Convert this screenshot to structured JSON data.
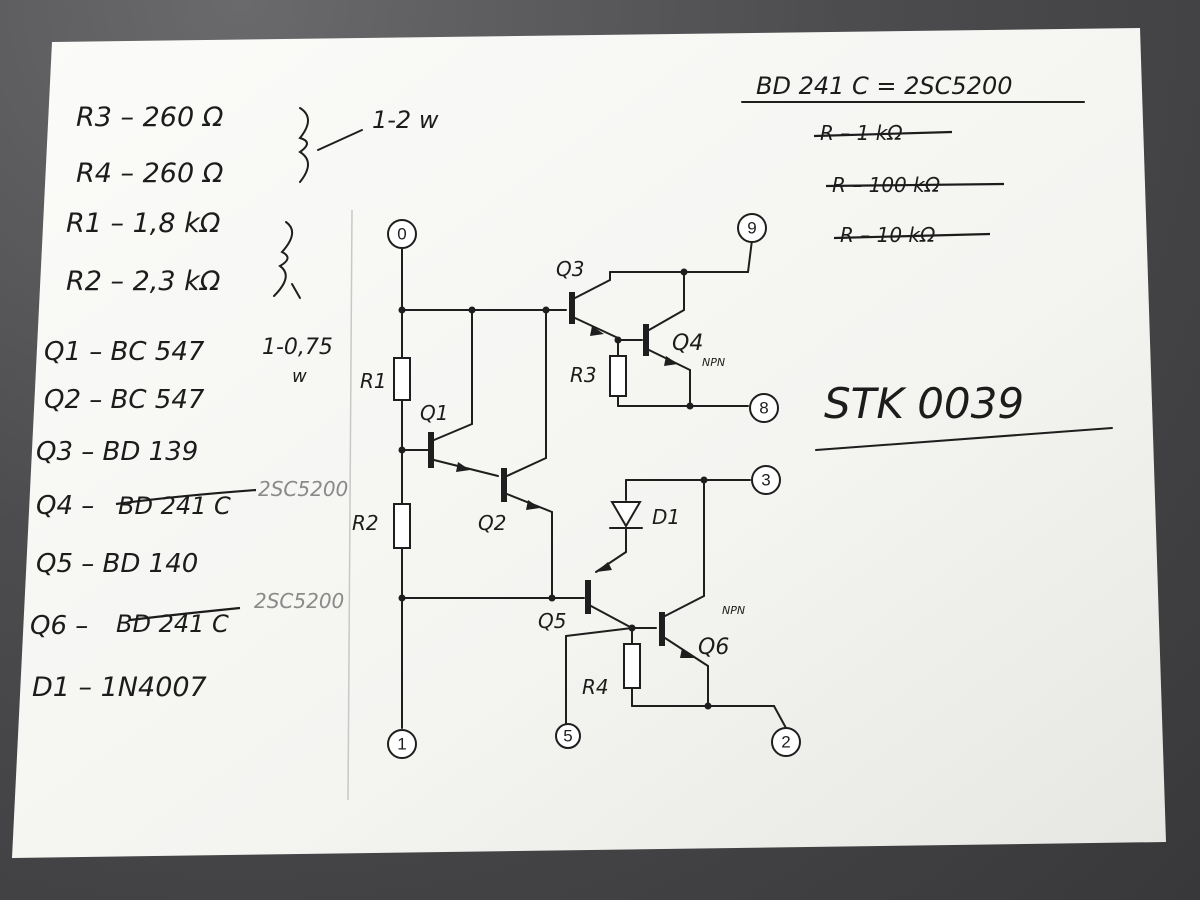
{
  "colors": {
    "paper": "#f6f6f4",
    "ink": "#1c1c1c",
    "pencil": "#8a8a8a",
    "background": "#4a4a4c"
  },
  "parts_list": {
    "r3": "R3 – 260 Ω",
    "r4": "R4 – 260 Ω",
    "r34_power": "1-2 w",
    "r1": "R1 – 1,8 kΩ",
    "r2": "R2 – 2,3 kΩ",
    "q1": "Q1 – BC 547",
    "q2": "Q2 – BC 547",
    "q12_power": "1-0,75",
    "q12_power_unit": "w",
    "q3": "Q3 – BD 139",
    "q4_prefix": "Q4 –",
    "q4_struck": "BD 241 C",
    "q4_note": "2SC5200",
    "q5": "Q5 – BD 140",
    "q6_prefix": "Q6 –",
    "q6_struck": "BD 241 C",
    "q6_note": "2SC5200",
    "d1": "D1 – 1N4007"
  },
  "notes": {
    "equivalence": "BD 241 C = 2SC5200",
    "crossed_1": "R – 1 kΩ",
    "crossed_2": "R – 100 kΩ",
    "crossed_3": "R – 10 kΩ",
    "module": "STK 0039"
  },
  "schematic": {
    "terminals": [
      "0",
      "9",
      "8",
      "3",
      "1",
      "5",
      "2"
    ],
    "labels": {
      "r1": "R1",
      "r2": "R2",
      "r3": "R3",
      "r4": "R4",
      "q1": "Q1",
      "q2": "Q2",
      "q3": "Q3",
      "q4": "Q4",
      "q5": "Q5",
      "q6": "Q6",
      "d1": "D1",
      "npn_q4": "NPN",
      "npn_q6": "NPN"
    }
  }
}
